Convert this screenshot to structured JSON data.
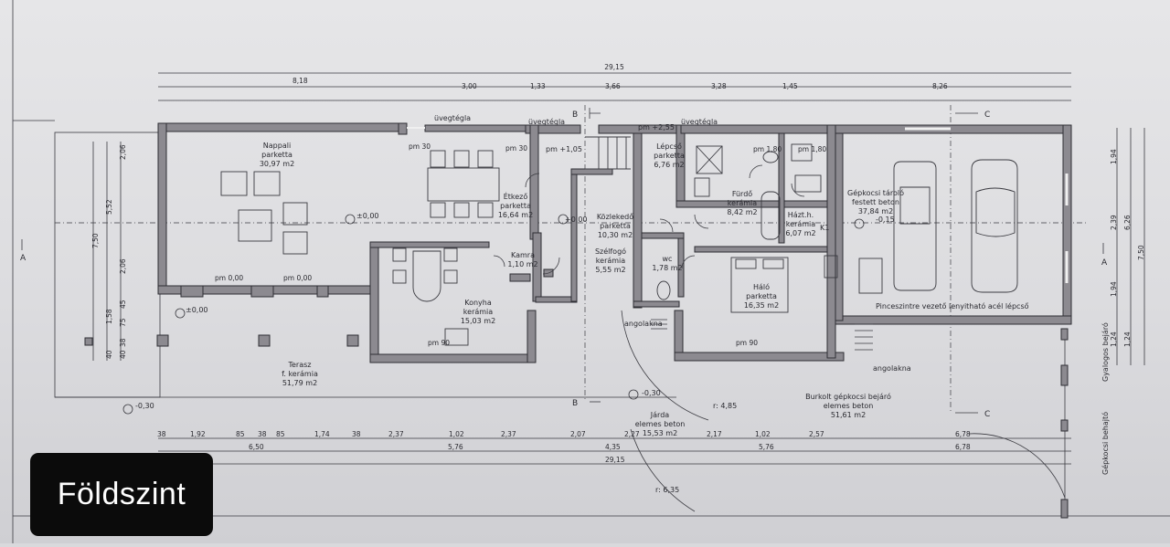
{
  "plan": {
    "overall_dim": "29,15",
    "top_dims_1": [
      "8,18",
      "3,00",
      "1,33",
      "3,66",
      "3,28",
      "1,45",
      "8,26"
    ],
    "bottom_dims_1": [
      "38",
      "1,92",
      "85",
      "38",
      "85",
      "1,74",
      "38",
      "2,37",
      "1,02",
      "2,37",
      "2,07",
      "2,27",
      "2,17",
      "1,02",
      "2,57",
      "6,78"
    ],
    "bottom_dims_2": [
      "6,50",
      "5,76",
      "4,35",
      "5,76",
      "6,78"
    ],
    "bottom_overall": "29,15",
    "left_dims": [
      "2,06",
      "5,52",
      "7,50",
      "2,06",
      "1,58",
      "75",
      "45",
      "40",
      "38",
      "40"
    ],
    "right_dims": [
      "1,94",
      "2,39",
      "6,26",
      "7,50",
      "1,94",
      "1,24",
      "1,24"
    ],
    "rooms": [
      {
        "name": "Nappali",
        "floor": "parketta",
        "area": "30,97 m2"
      },
      {
        "name": "Étkező",
        "floor": "parketta",
        "area": "16,64 m2"
      },
      {
        "name": "Lépcső",
        "floor": "parketta",
        "area": "6,76 m2"
      },
      {
        "name": "Közlekedő",
        "floor": "parketta",
        "area": "10,30 m2"
      },
      {
        "name": "Kamra",
        "floor": "",
        "area": "1,10 m2"
      },
      {
        "name": "Szélfogó",
        "floor": "kerámia",
        "area": "5,55 m2"
      },
      {
        "name": "wc",
        "floor": "",
        "area": "1,78 m2"
      },
      {
        "name": "Konyha",
        "floor": "kerámia",
        "area": "15,03 m2"
      },
      {
        "name": "Fürdő",
        "floor": "kerámia",
        "area": "8,42 m2"
      },
      {
        "name": "Házt.h.",
        "floor": "kerámia",
        "area": "6,07 m2"
      },
      {
        "name": "Háló",
        "floor": "parketta",
        "area": "16,35 m2"
      },
      {
        "name": "Gépkocsi tároló",
        "floor": "festett beton",
        "area": "37,84 m2"
      },
      {
        "name": "Terasz",
        "floor": "f. kerámia",
        "area": "51,79 m2"
      },
      {
        "name": "Járda",
        "floor": "elemes beton",
        "area": "15,53 m2"
      },
      {
        "name": "Burkolt gépkocsi bejáró",
        "floor": "elemes beton",
        "area": "51,61 m2"
      }
    ],
    "annotations": {
      "glass_1": "üvegtégla",
      "glass_2": "üvegtégla",
      "glass_3": "üvegtégla",
      "level_0": "±0,00",
      "level_0b": "±0,00",
      "level_p2": "+0,00",
      "level_m015": "-0,15",
      "level_m030": "-0,30",
      "level_m030b": "-0,30",
      "level_p105": "pm +1,05",
      "level_p255": "pm +2,55",
      "angolakna_1": "angolakna",
      "angolakna_2": "angolakna",
      "stair_note": "Pinceszintre vezető lenyitható acél lépcső",
      "radius_1": "r: 4,85",
      "radius_2": "r: 6,35",
      "side_walk": "Gyalogos bejáró",
      "side_car": "Gépkocsi behajtó",
      "k1": "K1",
      "sec_a": "A",
      "sec_b": "B",
      "sec_c": "C"
    },
    "sill": [
      "pm 30",
      "pm 0,00",
      "pm 90",
      "pm 1,80"
    ]
  },
  "badge": {
    "label": "Földszint"
  }
}
